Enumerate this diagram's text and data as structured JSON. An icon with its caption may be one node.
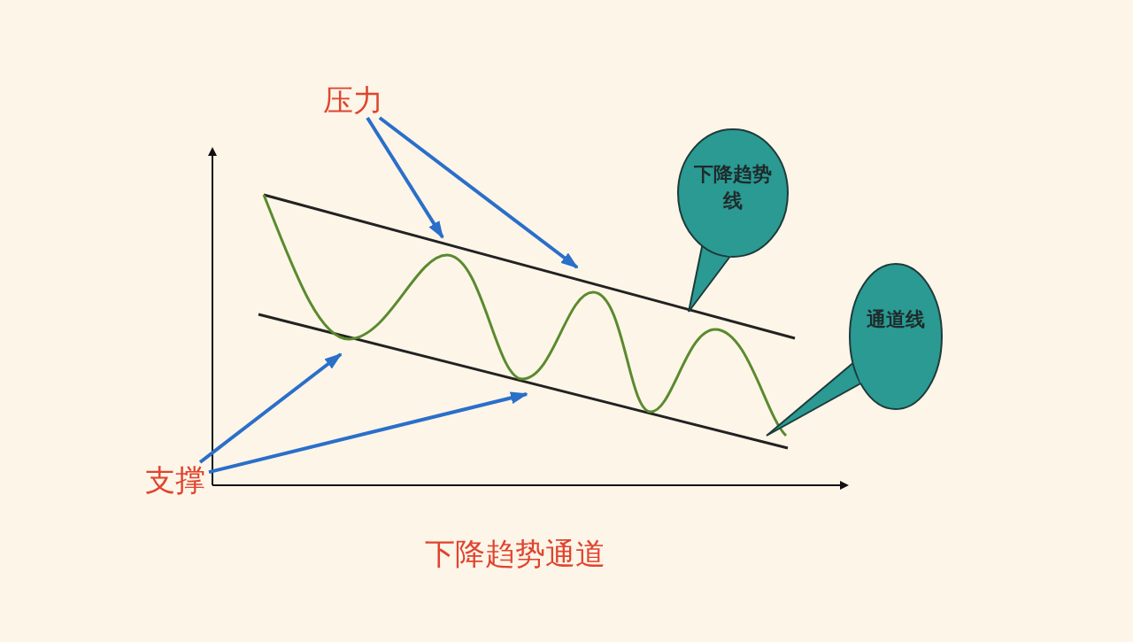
{
  "diagram": {
    "caption": "下降趋势通道",
    "nodes": [
      {
        "text": [
          "压力"
        ]
      },
      {
        "text": [
          "支撑"
        ]
      },
      {
        "text": [
          "下降趋势线"
        ]
      },
      {
        "text": [
          "通道线"
        ]
      }
    ],
    "edges": [
      {
        "from": 0,
        "to": null,
        "arrow": "to"
      },
      {
        "from": 0,
        "to": null,
        "arrow": "to"
      },
      {
        "from": 1,
        "to": null,
        "arrow": "to"
      },
      {
        "from": 1,
        "to": null,
        "arrow": "to"
      }
    ]
  }
}
